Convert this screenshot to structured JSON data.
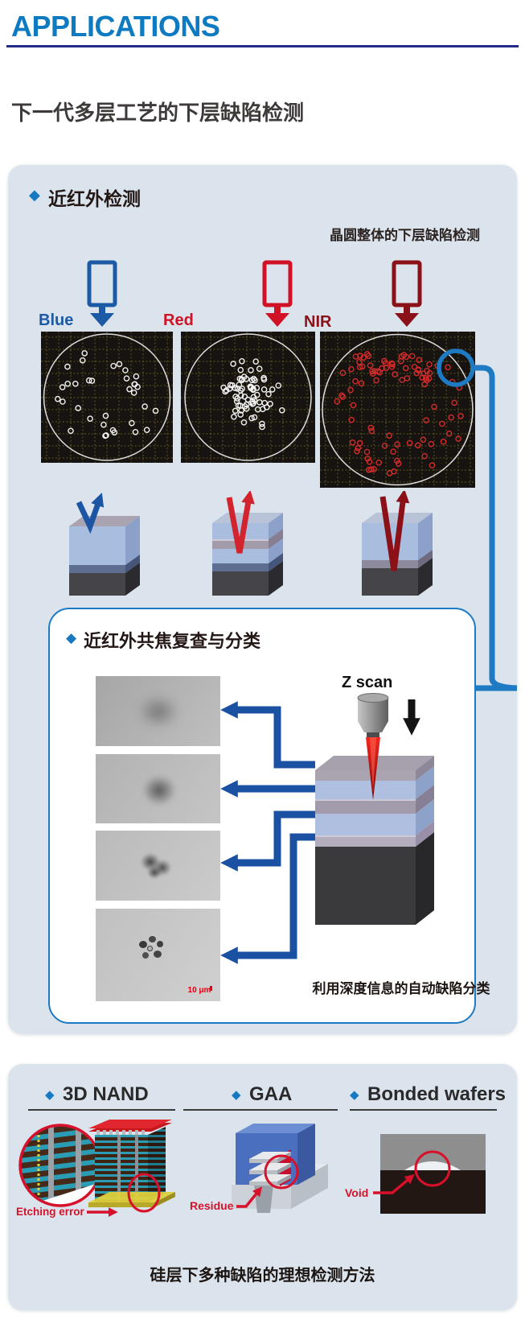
{
  "page": {
    "title": "APPLICATIONS",
    "subtitle": "下一代多层工艺的下层缺陷检测"
  },
  "colors": {
    "title_blue": "#0d7ac1",
    "rule_navy": "#232a88",
    "sub_ink": "#3e3a39",
    "panel_bg": "#dbe4ec",
    "diamond_blue": "#1779c1",
    "arrow_blue": "#1a51a2",
    "connector_blue": "#1e7ac2",
    "annotation_red": "#d7112b",
    "map_bg": "#171310"
  },
  "icons": {
    "diamond": "◆"
  },
  "nir": {
    "title": "近红外检测",
    "note": "晶圆整体的下层缺陷检测",
    "maps": [
      {
        "label": "Blue",
        "accent_color": "#1c5aa6",
        "dot_color": "#f2f2f2",
        "pattern": "scattered",
        "defect_count": 34
      },
      {
        "label": "Red",
        "accent_color": "#d01126",
        "dot_color": "#f2f2f2",
        "pattern": "center-cluster",
        "defect_count": 70
      },
      {
        "label": "NIR",
        "accent_color": "#8b1119",
        "dot_color": "#d42b2b",
        "pattern": "full-spread",
        "defect_count": 95
      }
    ],
    "review": {
      "title": "近红外共焦复查与分类",
      "zscan_label": "Z scan",
      "scale_label": "10 μm",
      "caption": "利用深度信息的自动缺陷分类"
    }
  },
  "apps": {
    "items": [
      {
        "label": "3D NAND",
        "defect_label": "Etching error"
      },
      {
        "label": "GAA",
        "defect_label": "Residue"
      },
      {
        "label": "Bonded wafers",
        "defect_label": "Void"
      }
    ],
    "caption": "硅层下多种缺陷的理想检测方法"
  }
}
